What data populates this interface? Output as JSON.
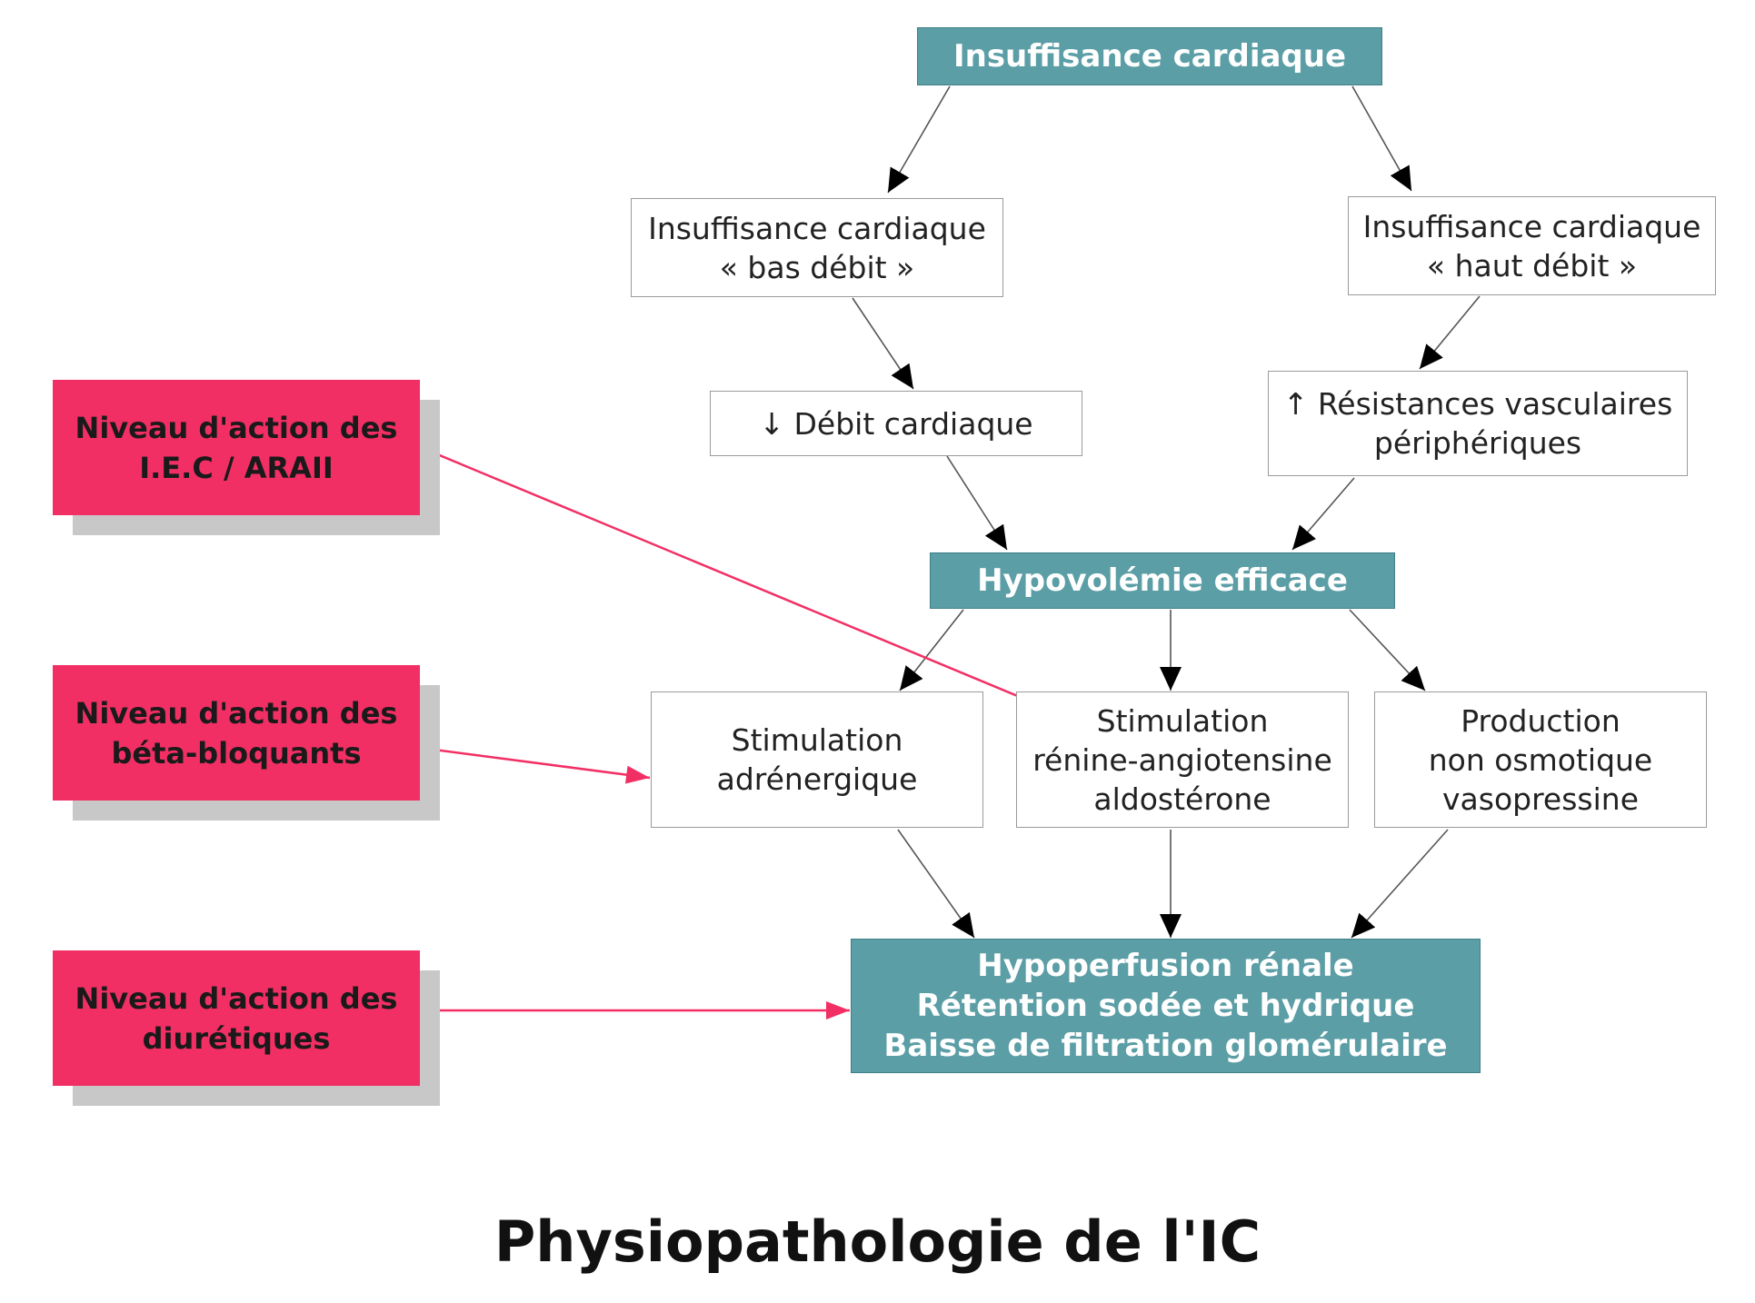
{
  "colors": {
    "teal": "#5b9ea6",
    "pink": "#f22f64",
    "shadow": "#c8c8c8",
    "arrow": "#000000",
    "pink_arrow": "#f22f64"
  },
  "nodes": {
    "ic": {
      "lines": [
        "Insuffisance cardiaque"
      ]
    },
    "bas": {
      "lines": [
        "Insuffisance cardiaque",
        "« bas débit »"
      ]
    },
    "haut": {
      "lines": [
        "Insuffisance cardiaque",
        "« haut débit »"
      ]
    },
    "debit": {
      "lines": [
        "↓ Débit cardiaque"
      ]
    },
    "resist": {
      "lines": [
        "↑ Résistances vasculaires",
        "périphériques"
      ]
    },
    "hypo": {
      "lines": [
        "Hypovolémie efficace"
      ]
    },
    "stim_adr": {
      "lines": [
        "Stimulation",
        "adrénergique"
      ]
    },
    "stim_renine": {
      "lines": [
        "Stimulation",
        "rénine-angiotensine",
        "aldostérone"
      ]
    },
    "production": {
      "lines": [
        "Production",
        "non osmotique",
        "vasopressine"
      ]
    },
    "hypoperf": {
      "lines": [
        "Hypoperfusion rénale",
        "Rétention sodée et hydrique",
        "Baisse de filtration glomérulaire"
      ]
    }
  },
  "labels": {
    "iec": {
      "lines": [
        "Niveau d'action des",
        "I.E.C / ARAII"
      ]
    },
    "beta": {
      "lines": [
        "Niveau d'action des",
        "béta-bloquants"
      ]
    },
    "diur": {
      "lines": [
        "Niveau d'action des",
        "diurétiques"
      ]
    }
  },
  "title": "Physiopathologie de l'IC"
}
